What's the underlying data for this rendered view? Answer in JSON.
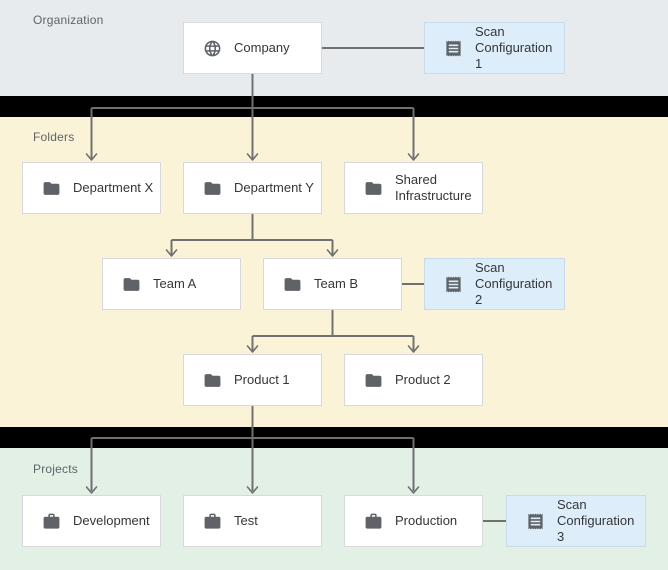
{
  "sections": {
    "organization": {
      "label": "Organization"
    },
    "folders": {
      "label": "Folders"
    },
    "projects": {
      "label": "Projects"
    }
  },
  "nodes": {
    "company": {
      "label": "Company",
      "icon": "globe-icon"
    },
    "scan_config_1": {
      "label": "Scan Configuration 1",
      "icon": "scan-config-icon"
    },
    "department_x": {
      "label": "Department X",
      "icon": "folder-icon"
    },
    "department_y": {
      "label": "Department Y",
      "icon": "folder-icon"
    },
    "shared_infrastructure": {
      "label": "Shared Infrastructure",
      "icon": "folder-icon"
    },
    "team_a": {
      "label": "Team A",
      "icon": "folder-icon"
    },
    "team_b": {
      "label": "Team B",
      "icon": "folder-icon"
    },
    "scan_config_2": {
      "label": "Scan Configuration 2",
      "icon": "scan-config-icon"
    },
    "product_1": {
      "label": "Product 1",
      "icon": "folder-icon"
    },
    "product_2": {
      "label": "Product 2",
      "icon": "folder-icon"
    },
    "development": {
      "label": "Development",
      "icon": "briefcase-icon"
    },
    "test": {
      "label": "Test",
      "icon": "briefcase-icon"
    },
    "production": {
      "label": "Production",
      "icon": "briefcase-icon"
    },
    "scan_config_3": {
      "label": "Scan Configuration 3",
      "icon": "scan-config-icon"
    }
  },
  "colors": {
    "organization_bg": "#e8ebee",
    "folders_bg": "#fbf3d8",
    "projects_bg": "#e2f0e6",
    "gap_bg": "#000000",
    "node_bg": "#ffffff",
    "node_border": "#d7d9dc",
    "scan_config_bg": "#ddeefa",
    "scan_config_border": "#c6dcec",
    "node_text": "#35363a",
    "section_label": "#5f6368",
    "icon": "#5f6368",
    "connector": "#707070"
  }
}
